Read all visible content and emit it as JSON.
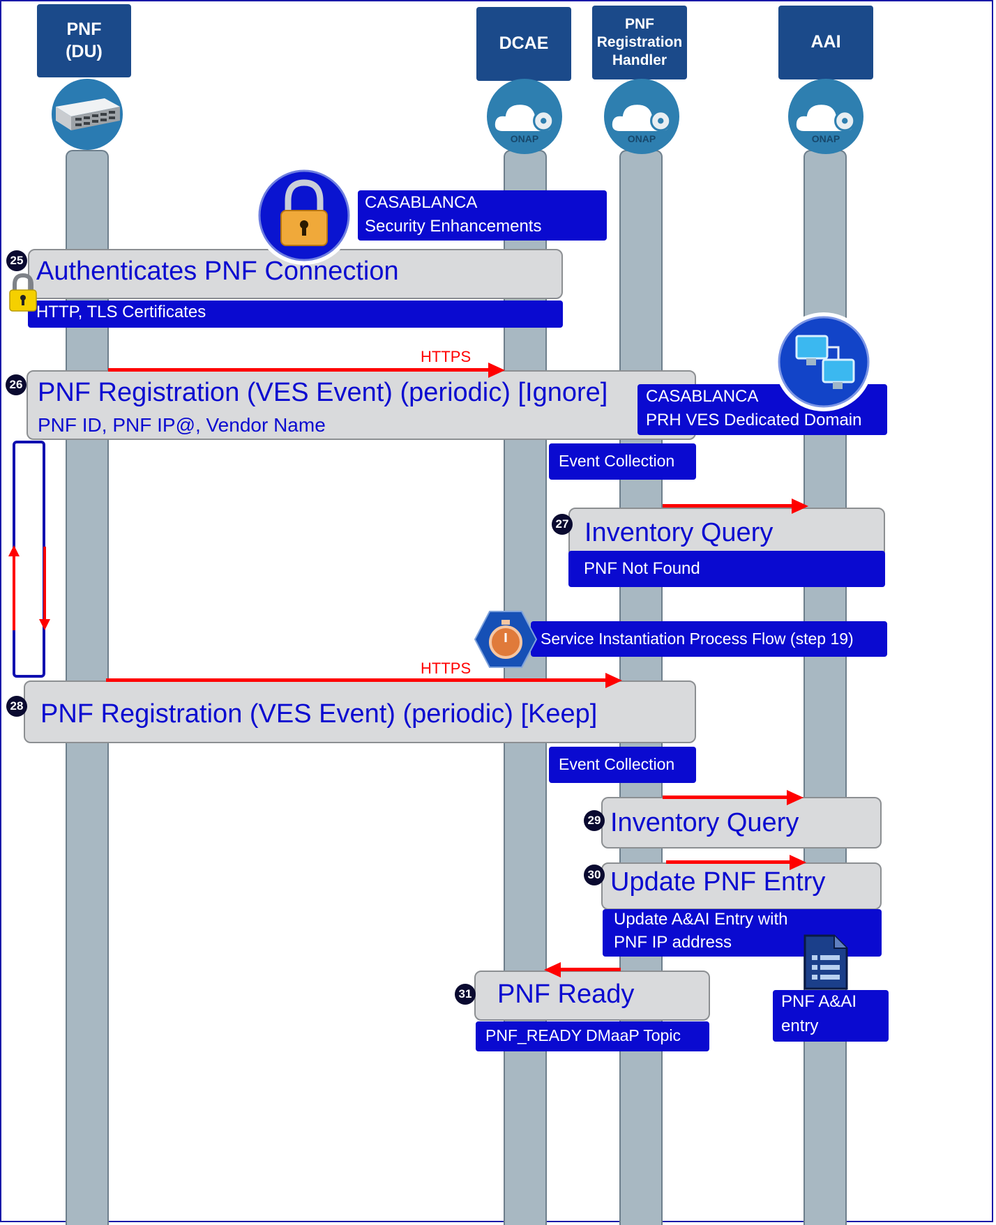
{
  "participants": {
    "pnf": "PNF\n(DU)",
    "dcae": "DCAE",
    "prh": "PNF\nRegistration\nHandler",
    "aai": "AAI"
  },
  "onap_label": "ONAP",
  "security_callout": {
    "line1": "CASABLANCA",
    "line2": "Security Enhancements"
  },
  "prh_callout": {
    "line1": "CASABLANCA",
    "line2": "PRH VES Dedicated Domain"
  },
  "steps": {
    "s25": {
      "num": "25",
      "title": "Authenticates PNF Connection",
      "detail": "HTTP, TLS Certificates"
    },
    "s26": {
      "num": "26",
      "title": "PNF Registration (VES Event) (periodic) [Ignore]",
      "detail": "PNF ID, PNF IP@, Vendor Name",
      "protocol": "HTTPS",
      "note": "Event Collection"
    },
    "s27": {
      "num": "27",
      "title": "Inventory Query",
      "detail": "PNF Not Found"
    },
    "service": "Service Instantiation Process Flow (step 19)",
    "s28": {
      "num": "28",
      "title": "PNF Registration (VES Event) (periodic) [Keep]",
      "protocol": "HTTPS",
      "note": "Event Collection"
    },
    "s29": {
      "num": "29",
      "title": "Inventory Query"
    },
    "s30": {
      "num": "30",
      "title": "Update PNF Entry",
      "detail_line1": "Update A&AI Entry with",
      "detail_line2": "PNF IP address"
    },
    "s31": {
      "num": "31",
      "title": "PNF Ready",
      "detail": "PNF_READY DMaaP Topic"
    },
    "aai_entry": {
      "line1": "PNF A&AI",
      "line2": "entry"
    }
  },
  "colors": {
    "header": "#1b4a8a",
    "accent_blue": "#0a0ad0",
    "arrow": "#ff0000",
    "lifeline": "#a8b8c2",
    "box": "#d9dadc"
  },
  "icons": [
    "server-icon",
    "cloud-icon",
    "padlock-icon",
    "network-computers-icon",
    "stopwatch-icon",
    "document-list-icon"
  ]
}
